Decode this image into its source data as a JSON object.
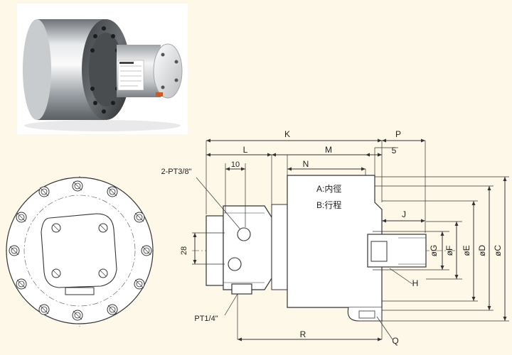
{
  "dimensions": {
    "K": "K",
    "P": "P",
    "L": "L",
    "M": "M",
    "five": "5",
    "ten": "10",
    "N": "N",
    "J": "J",
    "R": "R",
    "Q": "Q",
    "H": "H",
    "h28": "28",
    "G": "øG",
    "F": "øF",
    "E": "øE",
    "D": "øD",
    "C": "øC"
  },
  "callouts": {
    "port_top": "2-PT3/8\"",
    "port_bottom": "PT1/4\""
  },
  "legend": {
    "a": "A:内徑",
    "b": "B:行程"
  },
  "nameplate": {
    "brand": "CHIANDOX",
    "lines": [
      "TYPE L-1036R",
      "MFG.NO.",
      "MAX.SPEED 3000 RPM",
      "MAX.PRESS 40 kgf/cm²",
      "MADE IN TAIWAN"
    ]
  }
}
